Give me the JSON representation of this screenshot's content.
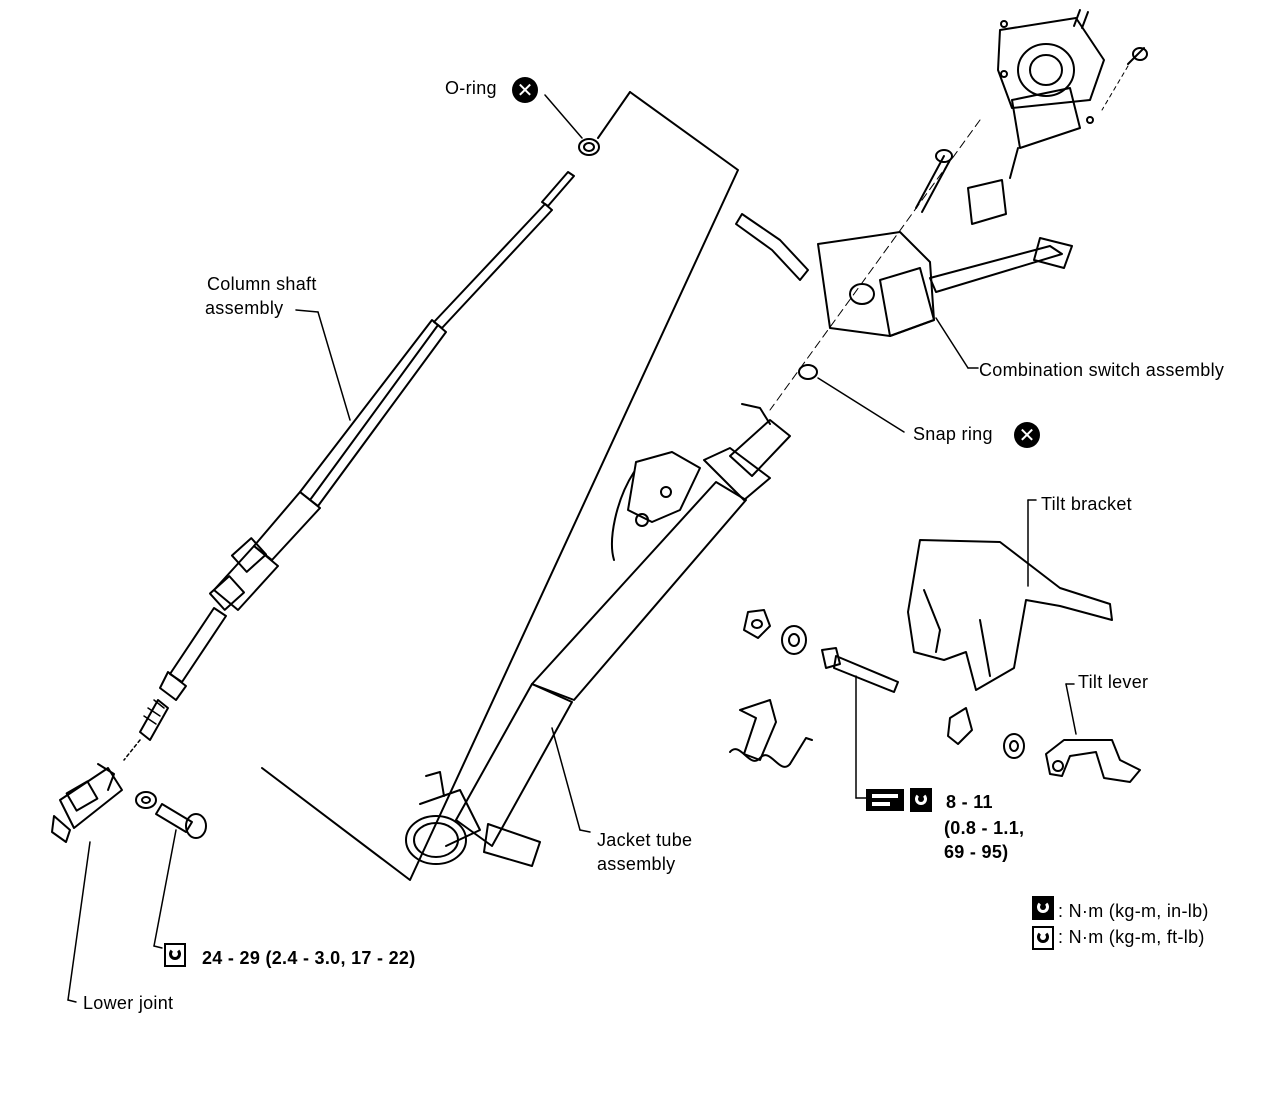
{
  "labels": {
    "o_ring": "O-ring",
    "column_shaft_line1": "Column shaft",
    "column_shaft_line2": "assembly",
    "combination_switch": "Combination switch assembly",
    "snap_ring": "Snap ring",
    "tilt_bracket": "Tilt bracket",
    "tilt_lever": "Tilt lever",
    "jacket_tube_line1": "Jacket tube",
    "jacket_tube_line2": "assembly",
    "lower_joint": "Lower joint"
  },
  "torque": {
    "tilt_bolt_line1": "8 - 11",
    "tilt_bolt_line2": "(0.8 - 1.1,",
    "tilt_bolt_line3": "69 - 95)",
    "lower_joint_bolt": "24 - 29 (2.4 - 3.0, 17 - 22)"
  },
  "legend": {
    "in_lb": ": N·m (kg-m, in-lb)",
    "ft_lb": ": N·m (kg-m, ft-lb)"
  },
  "icons": {
    "replace_part": "x-circle-icon",
    "torque_in_lb": "wrench-filled-icon",
    "torque_ft_lb": "wrench-outline-icon",
    "special_tool": "tool-icon"
  }
}
